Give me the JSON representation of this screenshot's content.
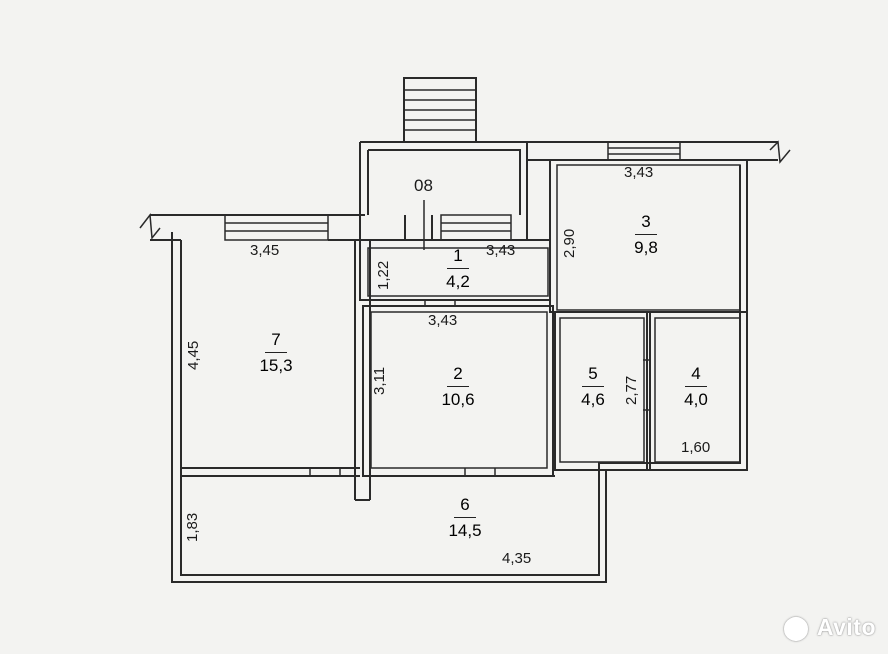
{
  "rooms": [
    {
      "id": "7",
      "area": "15,3"
    },
    {
      "id": "1",
      "area": "4,2"
    },
    {
      "id": "2",
      "area": "10,6"
    },
    {
      "id": "3",
      "area": "9,8"
    },
    {
      "id": "5",
      "area": "4,6"
    },
    {
      "id": "4",
      "area": "4,0"
    },
    {
      "id": "6",
      "area": "14,5"
    }
  ],
  "top_label": "08",
  "dimensions": {
    "room7_width": "3,45",
    "room7_height": "4,45",
    "room1_width_top": "3,43",
    "room1_width_bottom": "3,43",
    "room1_height": "1,22",
    "room2_height": "3,11",
    "room3_width": "3,43",
    "room3_height": "2,90",
    "room5_height": "2,77",
    "room4_width": "1,60",
    "room6_height": "1,83",
    "room6_width": "4,35"
  },
  "watermark": {
    "text": "Avito"
  }
}
